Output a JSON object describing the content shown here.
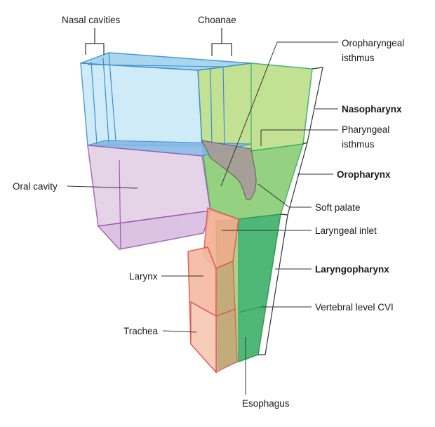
{
  "labels": {
    "nasal_cavities": "Nasal cavities",
    "choanae": "Choanae",
    "oropharyngeal_isthmus_1": "Oropharyngeal",
    "oropharyngeal_isthmus_2": "isthmus",
    "nasopharynx": "Nasopharynx",
    "pharyngeal_isthmus_1": "Pharyngeal",
    "pharyngeal_isthmus_2": "isthmus",
    "oropharynx": "Oropharynx",
    "oral_cavity": "Oral cavity",
    "soft_palate": "Soft palate",
    "laryngeal_inlet": "Laryngeal inlet",
    "larynx": "Larynx",
    "laryngopharynx": "Laryngopharynx",
    "vertebral_level": "Vertebral level CVI",
    "trachea": "Trachea",
    "esophagus": "Esophagus"
  },
  "colors": {
    "nasal": "#bfe3f4",
    "nasal_edge": "#3b8fd0",
    "oral": "#e3cfe6",
    "oral_edge": "#a25ab2",
    "pharynx_light": "#b8dc8a",
    "pharynx_mid": "#8fcf7a",
    "pharynx_edge": "#3db06a",
    "laryngo": "#4fb878",
    "larynx": "#f3a98a",
    "larynx_edge": "#e05050",
    "soft_palate": "#a89a9a"
  }
}
